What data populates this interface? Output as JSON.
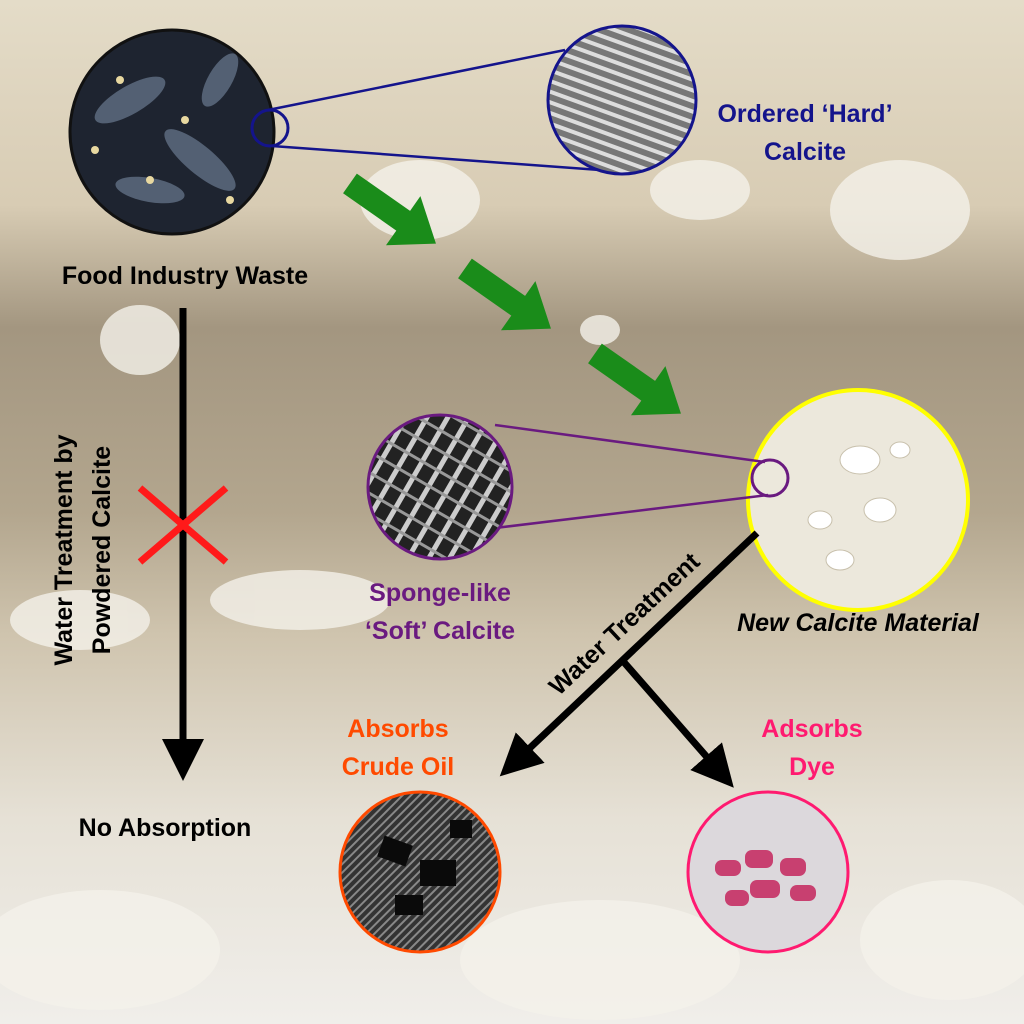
{
  "labels": {
    "food_waste": "Food Industry Waste",
    "hard_calcite_1": "Ordered ‘Hard’",
    "hard_calcite_2": "Calcite",
    "soft_calcite_1": "Sponge-like",
    "soft_calcite_2": "‘Soft’ Calcite",
    "new_material": "New Calcite Material",
    "water_treatment": "Water Treatment",
    "powdered_1": "Water Treatment by",
    "powdered_2": "Powdered Calcite",
    "no_absorption": "No Absorption",
    "oil_1": "Absorbs",
    "oil_2": "Crude Oil",
    "dye_1": "Adsorbs",
    "dye_2": "Dye"
  },
  "colors": {
    "hard": "#14148c",
    "soft": "#6a1a80",
    "oil": "#ff4a00",
    "dye": "#ff1a70",
    "green_arrow": "#1a8c1a",
    "new_material_border": "#ffff00",
    "cross": "#ff1a1a"
  }
}
